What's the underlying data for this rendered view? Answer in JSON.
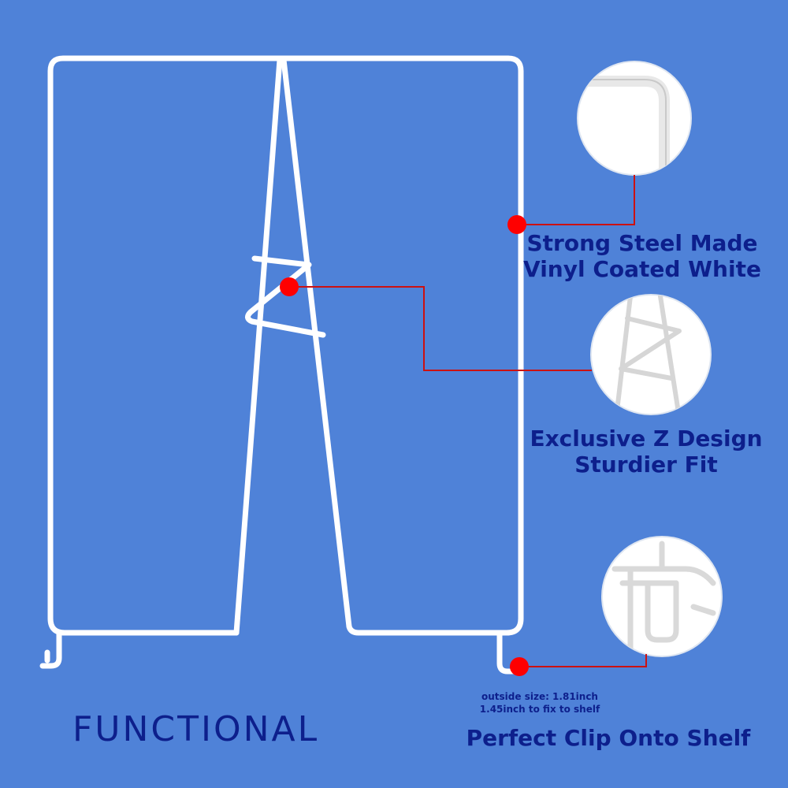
{
  "colors": {
    "background": "#4f82d8",
    "text": "#0d1f8c",
    "wire": "#ffffff",
    "marker": "#ff0000",
    "leader_line": "#cc1111"
  },
  "callouts": {
    "steel": {
      "line1": "Strong Steel Made",
      "line2": "Vinyl Coated White",
      "detail_icon": "corner-detail"
    },
    "zdesign": {
      "line1": "Exclusive Z Design",
      "line2": "Sturdier Fit",
      "detail_icon": "z-brace-detail"
    },
    "clip": {
      "label": "Perfect Clip Onto Shelf",
      "size_line1": "outside size: 1.81inch",
      "size_line2": "1.45inch to fix to shelf",
      "detail_icon": "clip-detail"
    }
  },
  "brand": {
    "label": "FUNCTIONAL"
  }
}
